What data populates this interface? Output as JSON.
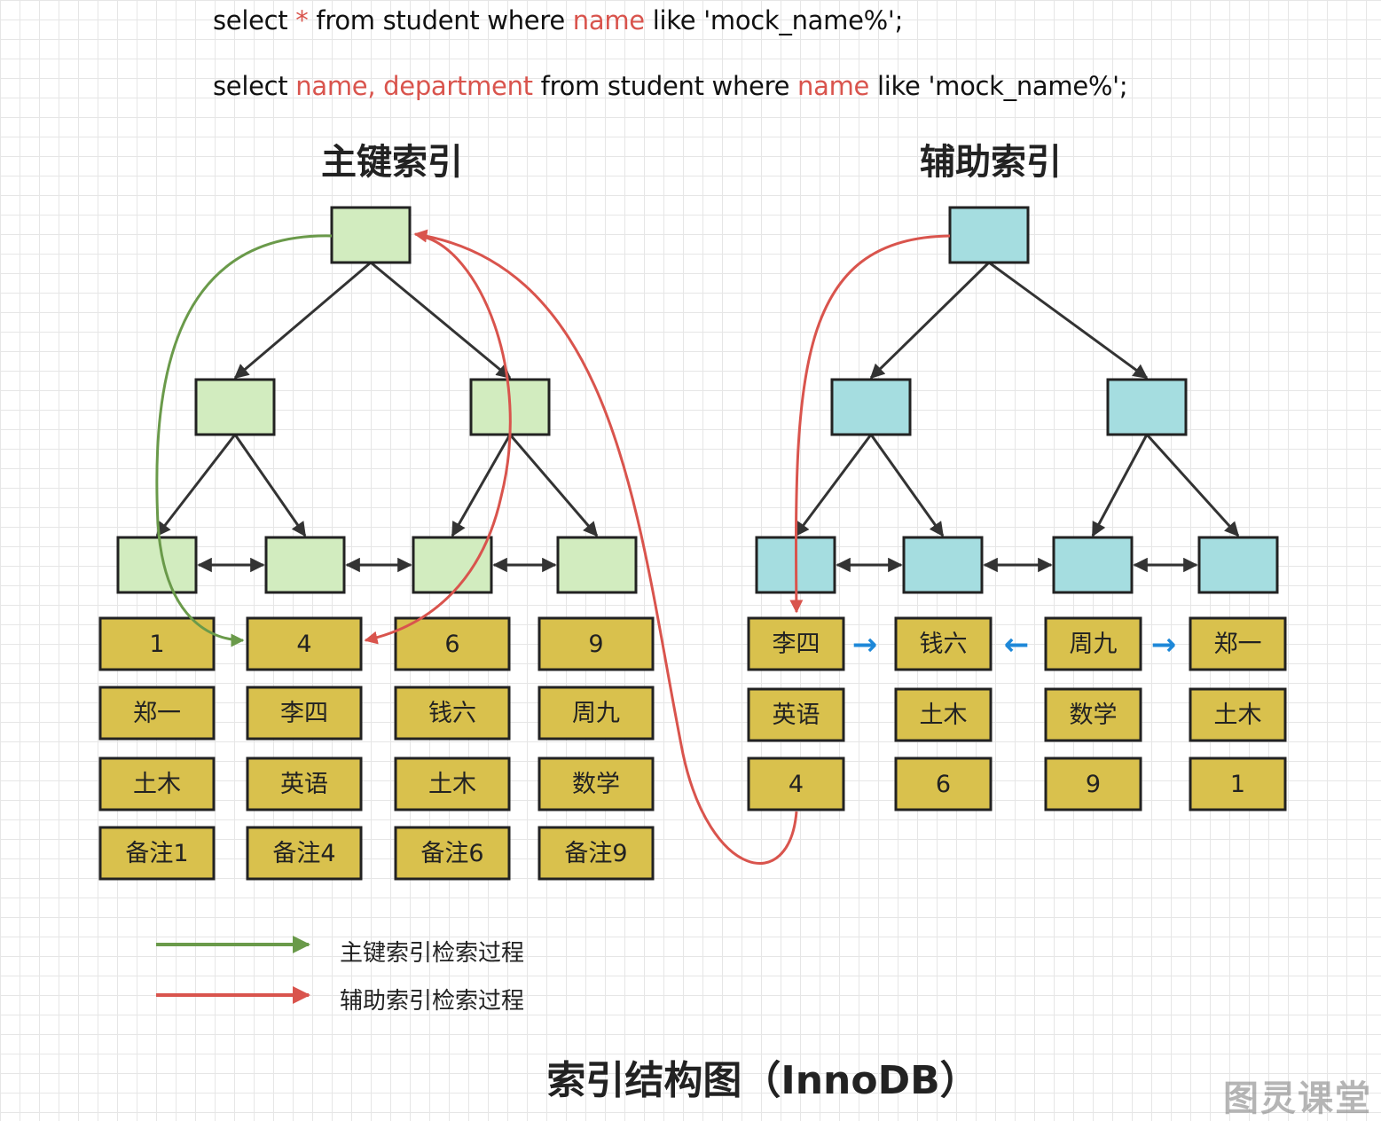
{
  "queries": {
    "q1": {
      "p1": "select ",
      "p2": "*",
      "p3": " from student where ",
      "p4": "name",
      "p5": " like 'mock_name%';"
    },
    "q2": {
      "p1": "select ",
      "p2": "name, department",
      "p3": " from student where ",
      "p4": "name",
      "p5": " like 'mock_name%';"
    }
  },
  "primary_index": {
    "title": "主键索引",
    "rows": [
      [
        "1",
        "郑一",
        "土木",
        "备注1"
      ],
      [
        "4",
        "李四",
        "英语",
        "备注4"
      ],
      [
        "6",
        "钱六",
        "土木",
        "备注6"
      ],
      [
        "9",
        "周九",
        "数学",
        "备注9"
      ]
    ]
  },
  "secondary_index": {
    "title": "辅助索引",
    "rows": [
      [
        "李四",
        "英语",
        "4"
      ],
      [
        "钱六",
        "土木",
        "6"
      ],
      [
        "周九",
        "数学",
        "9"
      ],
      [
        "郑一",
        "土木",
        "1"
      ]
    ],
    "arrows": [
      "→",
      "←",
      "→"
    ]
  },
  "legend": [
    {
      "label": "主键索引检索过程",
      "color": "#6a9a4a"
    },
    {
      "label": "辅助索引检索过程",
      "color": "#d9544d"
    }
  ],
  "title": "索引结构图（InnoDB）",
  "watermark": "图灵课堂",
  "colors": {
    "primary_node": "#d2ecbf",
    "secondary_node": "#a5dde0",
    "data_cell": "#d9c14d",
    "green_path": "#6a9a4a",
    "red_path": "#d9544d",
    "link_arrow": "#1e88d8",
    "tree_edge": "#333333"
  }
}
